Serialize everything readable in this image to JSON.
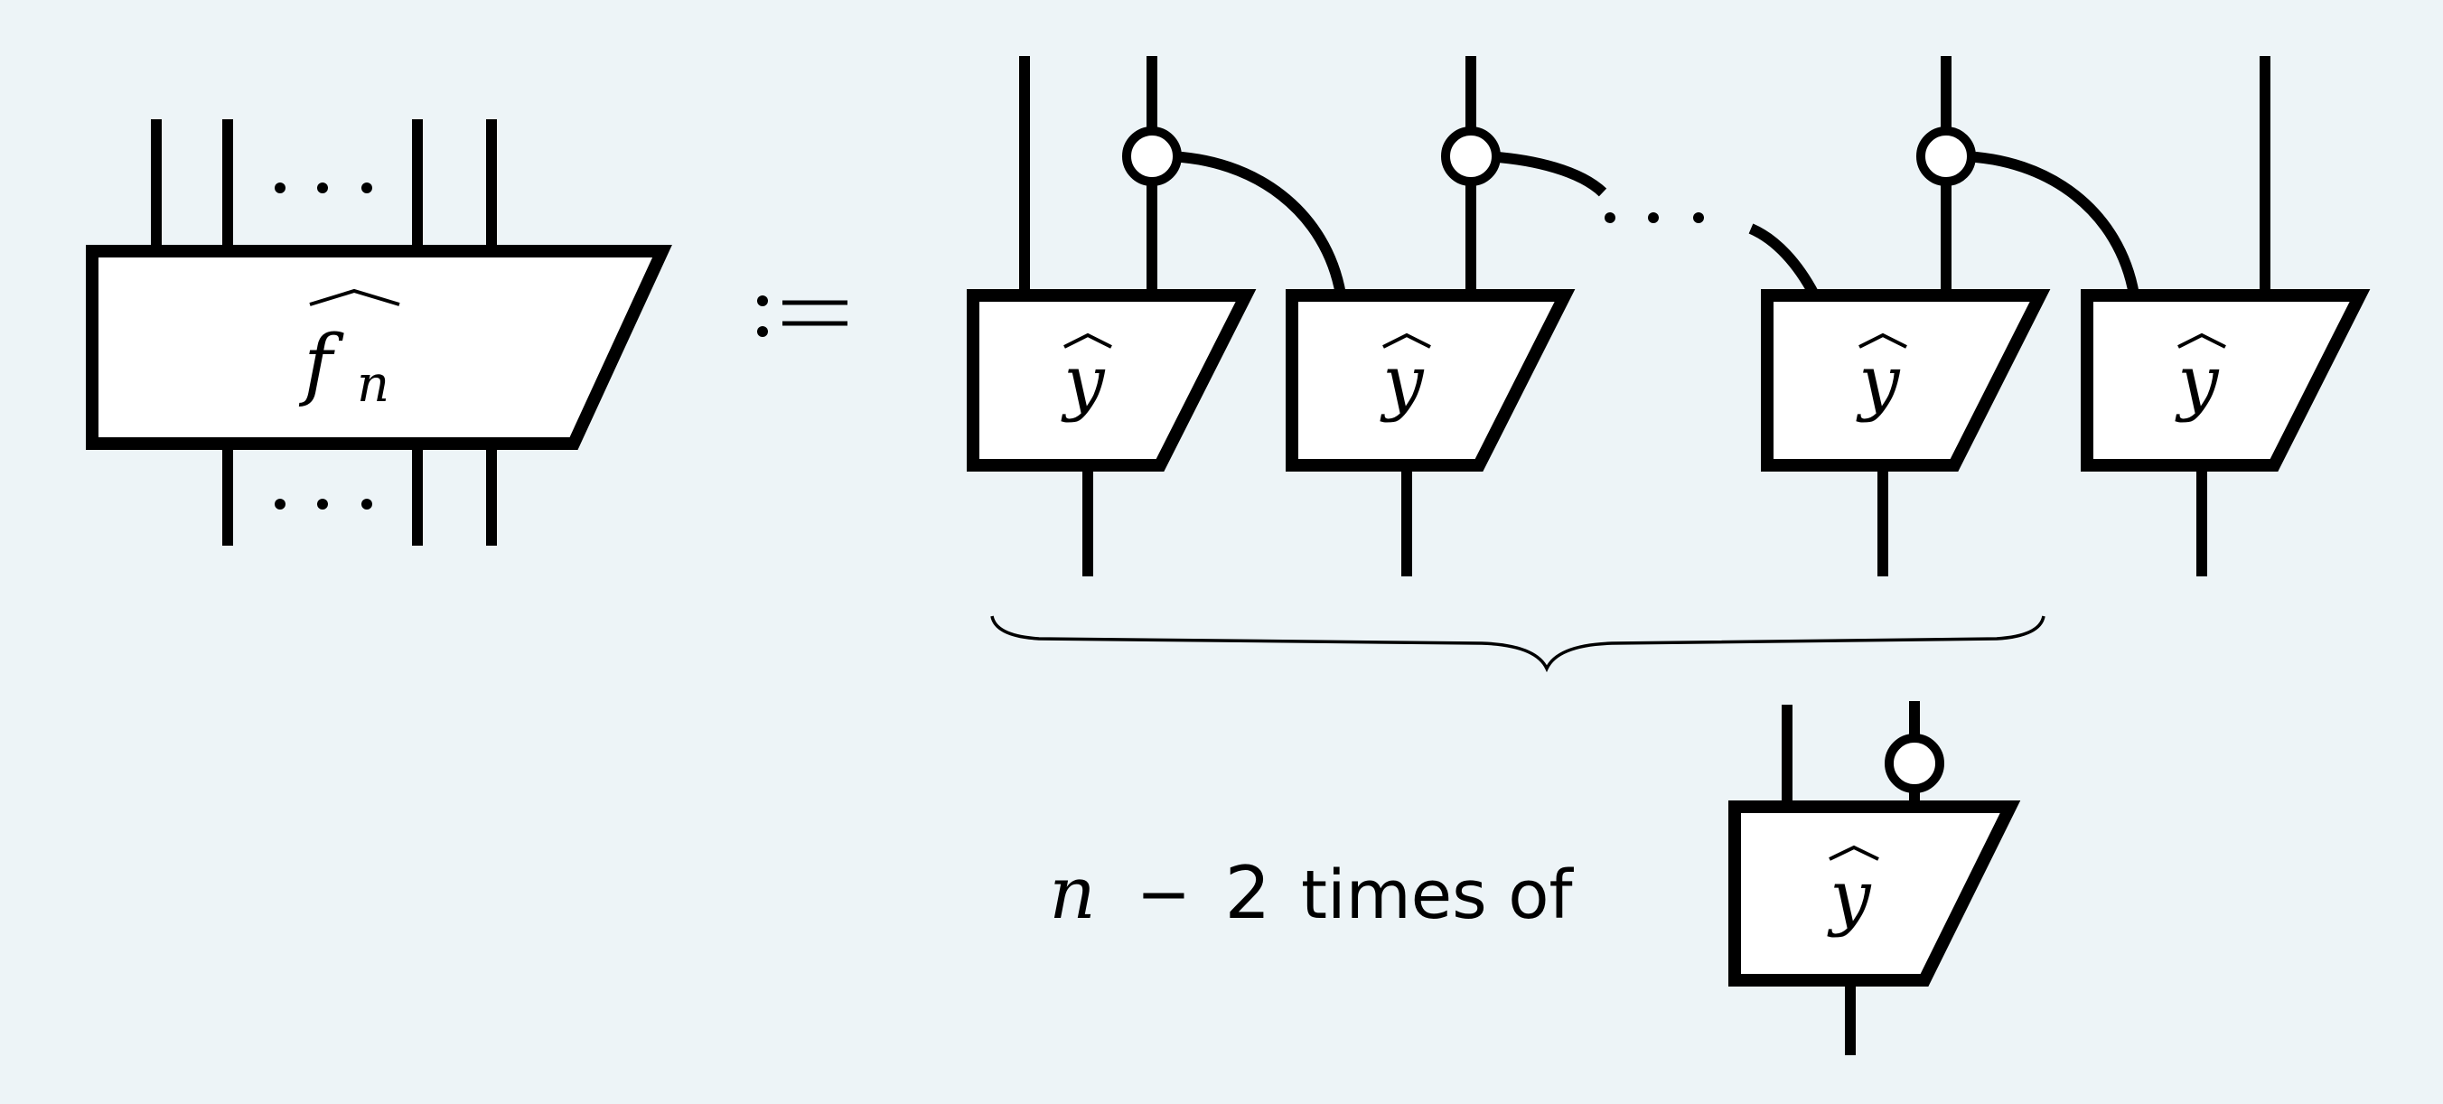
{
  "lhs": {
    "box_label": "f",
    "box_subscript": "n"
  },
  "defines_symbol": ":=",
  "rhs": {
    "box_label": "y",
    "box_count": 4
  },
  "brace_note": {
    "prefix": "n",
    "operator": "−",
    "number": "2",
    "text": "times of",
    "box_label": "y"
  }
}
